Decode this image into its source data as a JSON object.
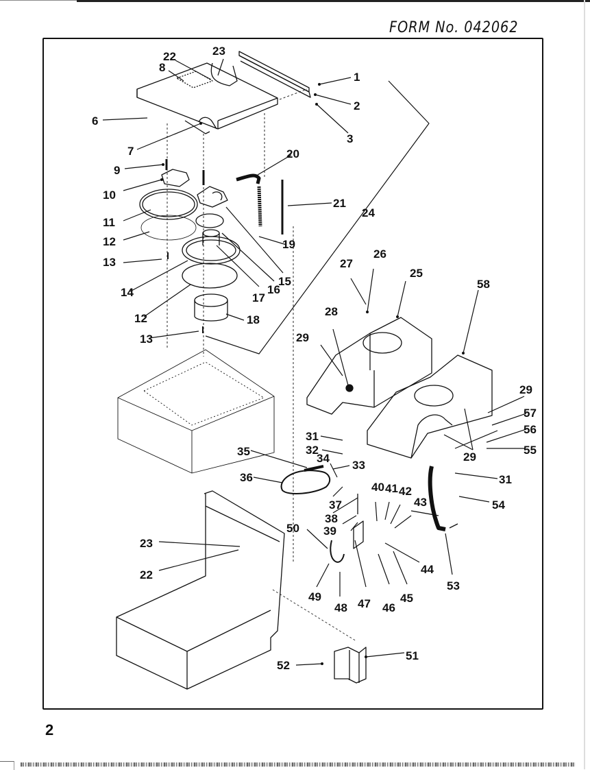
{
  "document": {
    "form_number": "FORM No. 042062",
    "page_number": "2",
    "type": "exploded parts diagram"
  },
  "callouts": [
    {
      "id": "c1",
      "text": "1"
    },
    {
      "id": "c2",
      "text": "2"
    },
    {
      "id": "c3",
      "text": "3"
    },
    {
      "id": "c6",
      "text": "6"
    },
    {
      "id": "c7",
      "text": "7"
    },
    {
      "id": "c8",
      "text": "8"
    },
    {
      "id": "c9",
      "text": "9"
    },
    {
      "id": "c10",
      "text": "10"
    },
    {
      "id": "c11",
      "text": "11"
    },
    {
      "id": "c12a",
      "text": "12"
    },
    {
      "id": "c12b",
      "text": "12"
    },
    {
      "id": "c13a",
      "text": "13"
    },
    {
      "id": "c13b",
      "text": "13"
    },
    {
      "id": "c14",
      "text": "14"
    },
    {
      "id": "c15",
      "text": "15"
    },
    {
      "id": "c16",
      "text": "16"
    },
    {
      "id": "c17",
      "text": "17"
    },
    {
      "id": "c18",
      "text": "18"
    },
    {
      "id": "c19",
      "text": "19"
    },
    {
      "id": "c20",
      "text": "20"
    },
    {
      "id": "c21",
      "text": "21"
    },
    {
      "id": "c22a",
      "text": "22"
    },
    {
      "id": "c22b",
      "text": "22"
    },
    {
      "id": "c23a",
      "text": "23"
    },
    {
      "id": "c23b",
      "text": "23"
    },
    {
      "id": "c24",
      "text": "24"
    },
    {
      "id": "c25",
      "text": "25"
    },
    {
      "id": "c26",
      "text": "26"
    },
    {
      "id": "c27",
      "text": "27"
    },
    {
      "id": "c28",
      "text": "28"
    },
    {
      "id": "c29a",
      "text": "29"
    },
    {
      "id": "c29b",
      "text": "29"
    },
    {
      "id": "c29c",
      "text": "29"
    },
    {
      "id": "c31a",
      "text": "31"
    },
    {
      "id": "c31b",
      "text": "31"
    },
    {
      "id": "c32",
      "text": "32"
    },
    {
      "id": "c33",
      "text": "33"
    },
    {
      "id": "c34",
      "text": "34"
    },
    {
      "id": "c35",
      "text": "35"
    },
    {
      "id": "c36",
      "text": "36"
    },
    {
      "id": "c37",
      "text": "37"
    },
    {
      "id": "c38",
      "text": "38"
    },
    {
      "id": "c39",
      "text": "39"
    },
    {
      "id": "c40",
      "text": "40"
    },
    {
      "id": "c41",
      "text": "41"
    },
    {
      "id": "c42",
      "text": "42"
    },
    {
      "id": "c43",
      "text": "43"
    },
    {
      "id": "c44",
      "text": "44"
    },
    {
      "id": "c45",
      "text": "45"
    },
    {
      "id": "c46",
      "text": "46"
    },
    {
      "id": "c47",
      "text": "47"
    },
    {
      "id": "c48",
      "text": "48"
    },
    {
      "id": "c49",
      "text": "49"
    },
    {
      "id": "c50",
      "text": "50"
    },
    {
      "id": "c51",
      "text": "51"
    },
    {
      "id": "c52",
      "text": "52"
    },
    {
      "id": "c53",
      "text": "53"
    },
    {
      "id": "c54",
      "text": "54"
    },
    {
      "id": "c55",
      "text": "55"
    },
    {
      "id": "c56",
      "text": "56"
    },
    {
      "id": "c57",
      "text": "57"
    },
    {
      "id": "c58",
      "text": "58"
    }
  ]
}
